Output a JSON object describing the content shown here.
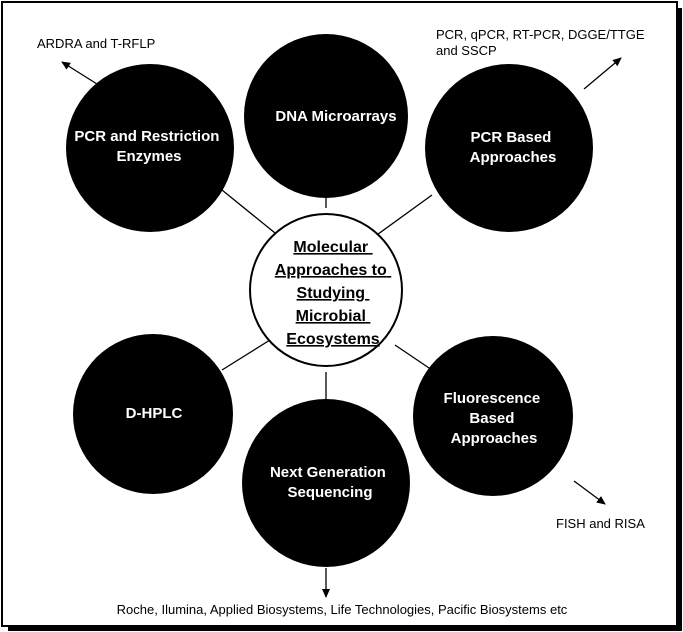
{
  "colors": {
    "node_fill": "#000000",
    "node_text": "#ffffff",
    "center_fill": "#ffffff",
    "line": "#000000"
  },
  "center": {
    "lines": [
      "Molecular",
      "Approaches to",
      "Studying",
      "Microbial",
      "Ecosystems"
    ]
  },
  "nodes": {
    "pcr_restriction": {
      "lines": [
        "PCR and Restriction",
        "Enzymes"
      ]
    },
    "dna_microarrays": {
      "lines": [
        "DNA Microarrays"
      ]
    },
    "pcr_based": {
      "lines": [
        "PCR Based",
        "Approaches"
      ]
    },
    "dhplc": {
      "lines": [
        "D-HPLC"
      ]
    },
    "ngs": {
      "lines": [
        "Next Generation",
        "Sequencing"
      ]
    },
    "fluorescence": {
      "lines": [
        "Fluorescence",
        "Based",
        "Approaches"
      ]
    }
  },
  "notes": {
    "ardra": {
      "lines": [
        "ARDRA and T-RFLP"
      ]
    },
    "pcr_methods": {
      "lines": [
        "PCR, qPCR, RT-PCR, DGGE/TTGE",
        "and SSCP"
      ]
    },
    "fish": {
      "lines": [
        "FISH and RISA"
      ]
    },
    "sequencing_platforms": {
      "lines": [
        "Roche, Ilumina, Applied Biosystems, Life Technologies, Pacific Biosystems etc"
      ]
    }
  }
}
